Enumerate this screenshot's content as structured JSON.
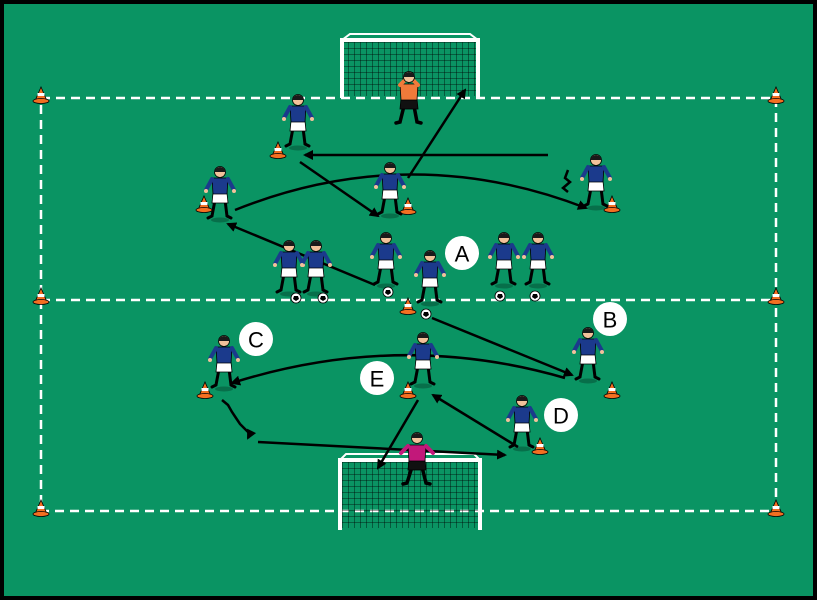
{
  "labels": {
    "a": "A",
    "b": "B",
    "c": "C",
    "d": "D",
    "e": "E"
  },
  "colors": {
    "pitch": "#0a9463",
    "border": "#000000",
    "lines": "#ffffff",
    "shirt": "#1b3a8c",
    "shorts": "#ffffff",
    "keeper_top": "#f07a3a",
    "keeper_bottom": "#c2187a",
    "cone": "#f36f21",
    "arrow": "#000000"
  }
}
